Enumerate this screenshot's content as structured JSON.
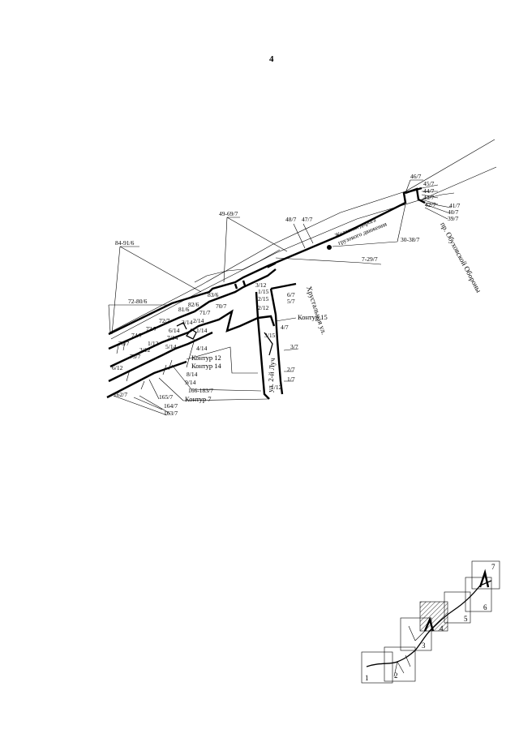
{
  "page_number": "4",
  "labels": {
    "l46_7": "46/7",
    "l45_7": "45/7",
    "l44_7": "44/7",
    "l43_7": "43/7",
    "l42_7": "42/7",
    "l41_7": "41/7",
    "l40_7": "40/7",
    "l39_7": "39/7",
    "l48_7": "48/7",
    "l47_7": "47/7",
    "l49_69_7": "49-69/7",
    "l84_91_6": "84-91/6",
    "l30_38_7": "30-38/7",
    "l7_29_7": "7-29/7",
    "l3_12a": "3/12",
    "l1_15": "1/15",
    "l2_15": "2/15",
    "l2_12": "2/12",
    "l6_7": "6/7",
    "l5_7": "5/7",
    "l4_7": "4/7",
    "l3_15": "3/15",
    "l3_7": "3/7",
    "l2_7": "2/7",
    "l1_7": "1/7",
    "l1_12": "1/12",
    "l83_6": "83/6",
    "l82_6": "82/6",
    "l81_6": "81/6",
    "l72_80_6": "72-80/6",
    "l70_7": "70/7",
    "l71_7": "71/7",
    "l72_7": "72/7",
    "l73_7": "73/7",
    "l74_7": "74/7",
    "l76_7": "76/7",
    "l75_7": "75/7",
    "l3_14": "3/14",
    "l2_14": "2/14",
    "l1_14": "1/14",
    "l6_14": "6/14",
    "l7_14": "7/14",
    "l1_12b": "1/12",
    "l5_14": "5/14",
    "l3_12b": "3/12",
    "l4_14": "4/14",
    "l6_12": "6/12",
    "l8_14": "8/14",
    "l9_14": "9/14",
    "l166_183_7": "166-183/7",
    "l162_7": "162/7",
    "l165_7": "165/7",
    "l164_7": "164/7",
    "l163_7": "163/7"
  },
  "contours": {
    "c15": "Контур 15",
    "c12": "Контур 12",
    "c14": "Контур 14",
    "c7": "Контур 7"
  },
  "streets": {
    "obukhov": "пр. Обуховской Обороны",
    "khrustalnaya": "Хрустальная ул.",
    "luch": "ул. 2-й Луч",
    "railway1": "Железная дорога",
    "railway2": "грузового движения"
  },
  "inset_numbers": [
    "1",
    "2",
    "3",
    "4",
    "5",
    "6",
    "7"
  ]
}
